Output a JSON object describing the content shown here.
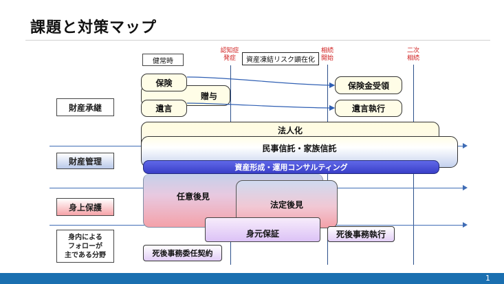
{
  "title": "課題と対策マップ",
  "page_number": "1",
  "timeline": {
    "start_label": "健常時",
    "phase_label": "資産凍結リスク顕在化",
    "milestones": [
      {
        "line1": "認知症",
        "line2": "発症"
      },
      {
        "line1": "相続",
        "line2": "開始"
      },
      {
        "line1": "二次",
        "line2": "相続"
      }
    ]
  },
  "categories": {
    "inheritance": "財産承継",
    "management": "財産管理",
    "personal": "身上保護",
    "family_line1": "身内による",
    "family_line2": "フォローが",
    "family_line3": "主である分野"
  },
  "measures": {
    "insurance": "保険",
    "gift": "贈与",
    "will": "遺言",
    "insurance_receipt": "保険金受領",
    "will_execution": "遺言執行",
    "incorporation": "法人化",
    "civil_trust": "民事信託・家族信託",
    "asset_consulting": "資産形成・運用コンサルティング",
    "voluntary_guardianship": "任意後見",
    "statutory_guardianship": "法定後見",
    "identity_guarantee": "身元保証",
    "posthumous_affairs": "死後事務執行",
    "posthumous_contract": "死後事務委任契約"
  }
}
